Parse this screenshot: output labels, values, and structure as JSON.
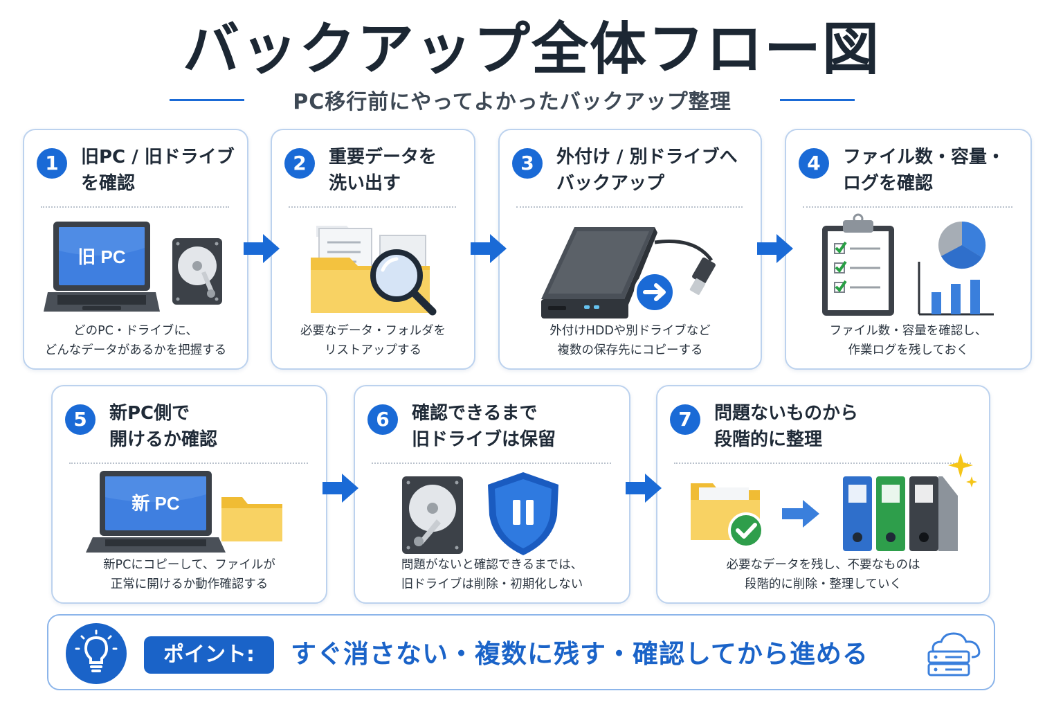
{
  "title": "バックアップ全体フロー図",
  "subtitle": "PC移行前にやってよかったバックアップ整理",
  "steps": [
    {
      "num": "1",
      "title_lines": [
        "旧PC / 旧ドライブ",
        "を確認"
      ],
      "desc_lines": [
        "どのPC・ドライブに、",
        "どんなデータがあるかを把握する"
      ],
      "screen_label": "旧 PC"
    },
    {
      "num": "2",
      "title_lines": [
        "重要データを",
        "洗い出す"
      ],
      "desc_lines": [
        "必要なデータ・フォルダを",
        "リストアップする"
      ]
    },
    {
      "num": "3",
      "title_lines": [
        "外付け / 別ドライブへ",
        "バックアップ"
      ],
      "desc_lines": [
        "外付けHDDや別ドライブなど",
        "複数の保存先にコピーする"
      ]
    },
    {
      "num": "4",
      "title_lines": [
        "ファイル数・容量・",
        "ログを確認"
      ],
      "desc_lines": [
        "ファイル数・容量を確認し、",
        "作業ログを残しておく"
      ]
    },
    {
      "num": "5",
      "title_lines": [
        "新PC側で",
        "開けるか確認"
      ],
      "desc_lines": [
        "新PCにコピーして、ファイルが",
        "正常に開けるか動作確認する"
      ],
      "screen_label": "新 PC"
    },
    {
      "num": "6",
      "title_lines": [
        "確認できるまで",
        "旧ドライブは保留"
      ],
      "desc_lines": [
        "問題がないと確認できるまでは、",
        "旧ドライブは削除・初期化しない"
      ]
    },
    {
      "num": "7",
      "title_lines": [
        "問題ないものから",
        "段階的に整理"
      ],
      "desc_lines": [
        "必要なデータを残し、不要なものは",
        "段階的に削除・整理していく"
      ]
    }
  ],
  "point": {
    "label": "ポイント:",
    "text": "すぐ消さない・複数に残す・確認してから進める"
  },
  "colors": {
    "accent": "#1a6ad6",
    "card_border": "#bcd2ee",
    "folder": "#f6c94a"
  }
}
